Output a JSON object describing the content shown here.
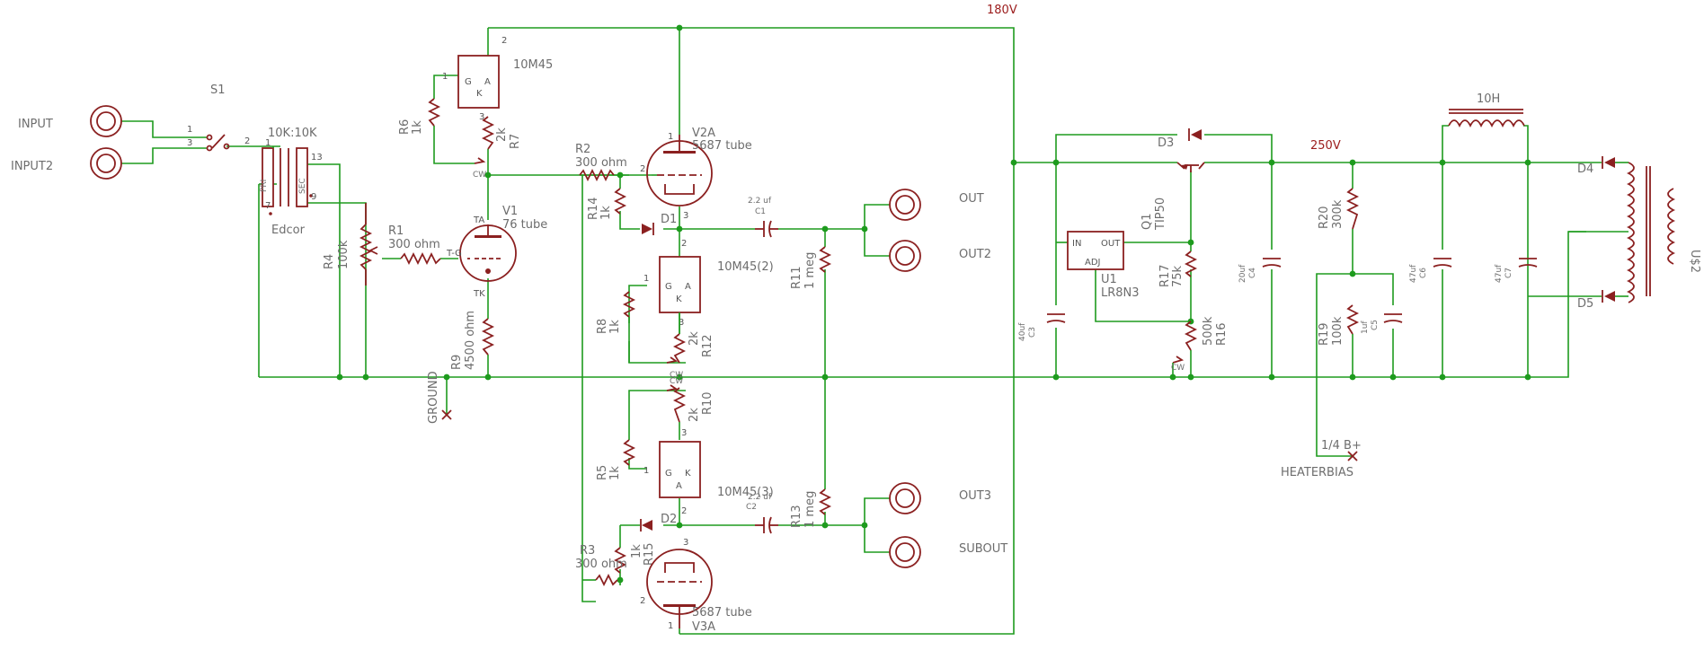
{
  "nets": {
    "v180": "180V",
    "v250": "250V"
  },
  "connectors": {
    "input": "INPUT",
    "input2": "INPUT2",
    "out": "OUT",
    "out2": "OUT2",
    "out3": "OUT3",
    "subout": "SUBOUT",
    "ground": "GROUND",
    "quarter_b": "1/4 B+",
    "heaterbias": "HEATERBIAS"
  },
  "switch": {
    "ref": "S1",
    "p1": "1",
    "p2": "2",
    "p3": "3"
  },
  "transformer_in": {
    "ratio": "10K:10K",
    "maker": "Edcor",
    "pri": "PRI",
    "sec": "SEC",
    "p1": "1",
    "p7": "7",
    "p13": "13",
    "p9": "9"
  },
  "tubes": {
    "v1": {
      "ref": "V1",
      "type": "76 tube",
      "ta": "TA",
      "tg": "T-G",
      "tk": "TK"
    },
    "v2a": {
      "ref": "V2A",
      "type": "5687 tube"
    },
    "v3a": {
      "ref": "V3A",
      "type": "5687 tube"
    }
  },
  "ccs": {
    "top": "10M45",
    "mid": "10M45(2)",
    "bot": "10M45(3)",
    "g": "G",
    "k": "K",
    "a": "A"
  },
  "res": {
    "r1": {
      "ref": "R1",
      "val": "300 ohm"
    },
    "r2": {
      "ref": "R2",
      "val": "300 ohm"
    },
    "r3": {
      "ref": "R3",
      "val": "300 ohm"
    },
    "r4": {
      "ref": "R4",
      "val": "100k"
    },
    "r5": {
      "ref": "R5",
      "val": "1k"
    },
    "r6": {
      "ref": "R6",
      "val": "1k"
    },
    "r7": {
      "ref": "R7",
      "val": "2k"
    },
    "r8": {
      "ref": "R8",
      "val": "1k"
    },
    "r9": {
      "ref": "R9",
      "val": "4500 ohm"
    },
    "r10": {
      "ref": "R10",
      "val": "2k"
    },
    "r11": {
      "ref": "R11",
      "val": "1 meg"
    },
    "r12": {
      "ref": "R12",
      "val": "2k"
    },
    "r13": {
      "ref": "R13",
      "val": "1 meg"
    },
    "r14": {
      "ref": "R14",
      "val": "1k"
    },
    "r15": {
      "ref": "R15",
      "val": "1k"
    },
    "r16": {
      "ref": "R16",
      "val": "500k"
    },
    "r17": {
      "ref": "R17",
      "val": "75k"
    },
    "r19": {
      "ref": "R19",
      "val": "100k"
    },
    "r20": {
      "ref": "R20",
      "val": "300k"
    }
  },
  "caps": {
    "c1": {
      "ref": "C1",
      "val": "2.2 uf"
    },
    "c2": {
      "ref": "C2",
      "val": "2.2 uf"
    },
    "c3": {
      "ref": "C3",
      "val": "40uf"
    },
    "c4": {
      "ref": "C4",
      "val": "20uf"
    },
    "c5": {
      "ref": "C5",
      "val": "1uf"
    },
    "c6": {
      "ref": "C6",
      "val": "47uf"
    },
    "c7": {
      "ref": "C7",
      "val": "47uf"
    }
  },
  "diodes": {
    "d1": "D1",
    "d2": "D2",
    "d3": "D3",
    "d4": "D4",
    "d5": "D5"
  },
  "q1": {
    "ref": "Q1",
    "val": "TIP50"
  },
  "u1": {
    "ref": "U1",
    "val": "LR8N3",
    "in": "IN",
    "out": "OUT",
    "adj": "ADJ"
  },
  "choke": {
    "val": "10H"
  },
  "power_tx": {
    "ref": "U$2"
  },
  "pins": {
    "p1": "1",
    "p2": "2",
    "p3": "3",
    "cw": "CW"
  }
}
